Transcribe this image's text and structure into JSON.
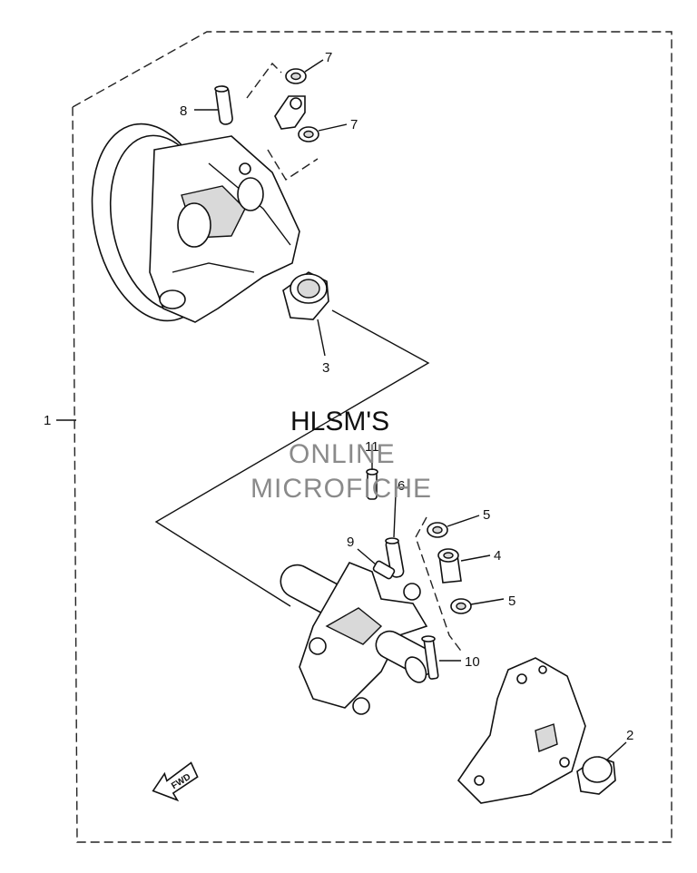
{
  "watermark": {
    "line1": "HLSM'S",
    "line2": "ONLINE",
    "line3": "MICROFICHE"
  },
  "direction_label": "FWD",
  "callouts": {
    "c1": "1",
    "c2": "2",
    "c3": "3",
    "c4": "4",
    "c5a": "5",
    "c5b": "5",
    "c6": "6",
    "c7a": "7",
    "c7b": "7",
    "c8": "8",
    "c9": "9",
    "c10": "10",
    "c11": "11"
  }
}
